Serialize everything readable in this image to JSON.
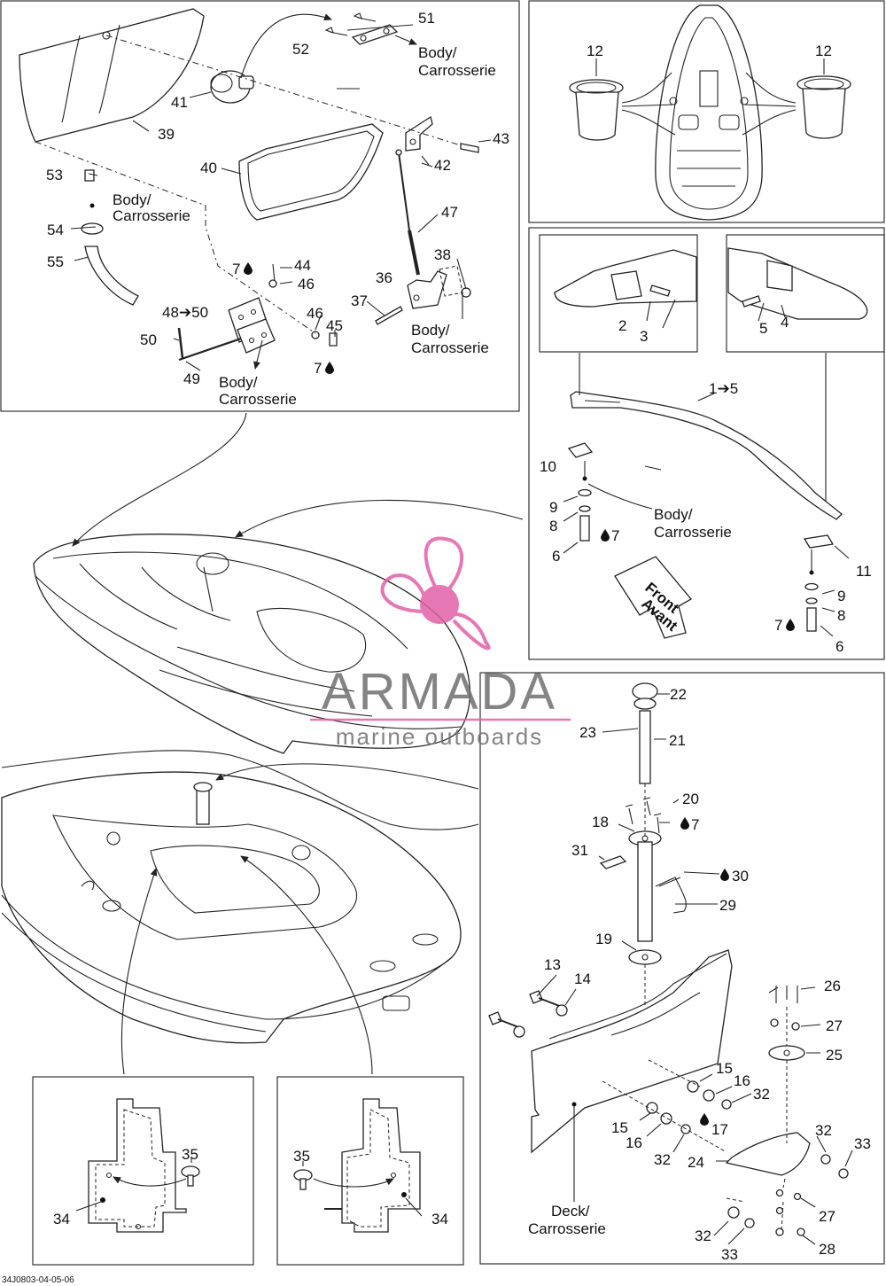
{
  "labels": {
    "body": "Body/",
    "carrosserie": "Carrosserie",
    "deck": "Deck/",
    "front": "Front",
    "avant": "Avant",
    "ref_code": "34J0803-04-05-06",
    "arrow_1_5": "1➔5",
    "arrow_48_50": "48➔50",
    "drop_7": "7",
    "drop_17": "17",
    "drop_30": "30"
  },
  "watermark": {
    "brand": "ARMADA",
    "tagline": "marine outboards",
    "color": "#e060a8"
  },
  "part_numbers": {
    "n2": "2",
    "n3": "3",
    "n4": "4",
    "n5": "5",
    "n6": "6",
    "n8": "8",
    "n9": "9",
    "n10": "10",
    "n11": "11",
    "n12": "12",
    "n13": "13",
    "n14": "14",
    "n15": "15",
    "n16": "16",
    "n18": "18",
    "n19": "19",
    "n20": "20",
    "n21": "21",
    "n22": "22",
    "n23": "23",
    "n24": "24",
    "n25": "25",
    "n26": "26",
    "n27": "27",
    "n28": "28",
    "n29": "29",
    "n31": "31",
    "n32": "32",
    "n33": "33",
    "n34": "34",
    "n35": "35",
    "n36": "36",
    "n37": "37",
    "n38": "38",
    "n39": "39",
    "n40": "40",
    "n41": "41",
    "n42": "42",
    "n43": "43",
    "n44": "44",
    "n45": "45",
    "n46": "46",
    "n47": "47",
    "n49": "49",
    "n50": "50",
    "n51": "51",
    "n52": "52",
    "n53": "53",
    "n54": "54",
    "n55": "55"
  },
  "icons": {
    "drop": "thread-locker-drop-icon",
    "arrow": "assembly-arrow-icon"
  }
}
